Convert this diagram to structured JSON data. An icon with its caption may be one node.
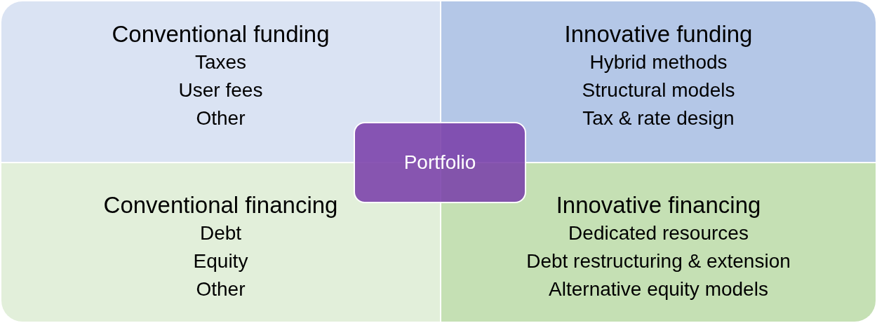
{
  "diagram": {
    "nodes": [
      {
        "text": [
          "Conventional funding",
          "Taxes",
          "User fees",
          "Other"
        ]
      },
      {
        "text": [
          "Innovative funding",
          "Hybrid methods",
          "Structural models",
          "Tax & rate design"
        ]
      },
      {
        "text": [
          "Conventional financing",
          "Debt",
          "Equity",
          "Other"
        ]
      },
      {
        "text": [
          "Innovative financing",
          "Dedicated resources",
          "Debt restructuring & extension",
          "Alternative equity models"
        ]
      },
      {
        "text": [
          "Portfolio"
        ]
      }
    ]
  }
}
